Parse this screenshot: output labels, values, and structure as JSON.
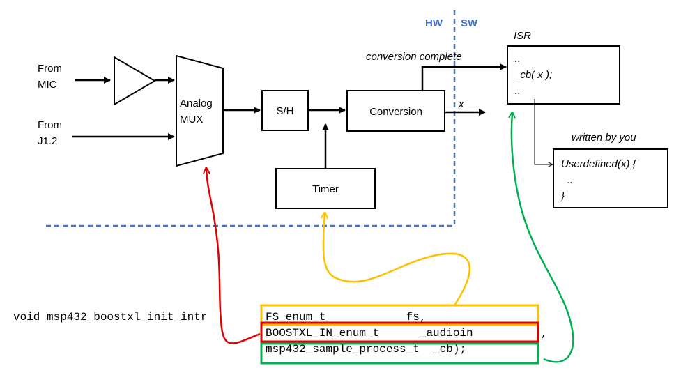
{
  "hw_sw": {
    "hw": "HW",
    "sw": "SW"
  },
  "inputs": {
    "mic_line1": "From",
    "mic_line2": "MIC",
    "j12_line1": "From",
    "j12_line2": "J1.2"
  },
  "mux": {
    "line1": "Analog",
    "line2": "MUX"
  },
  "sh": {
    "label": "S/H"
  },
  "timer": {
    "label": "Timer"
  },
  "conversion": {
    "label": "Conversion",
    "complete_label": "conversion complete",
    "output_label": "x"
  },
  "isr": {
    "title": "ISR",
    "line1": "..",
    "line2": "_cb( x );",
    "line3": ".."
  },
  "userdefined": {
    "caption": "written by you",
    "line1": "Userdefined(x) {",
    "line2": "..",
    "line3": "}"
  },
  "code": {
    "prefix": "void msp432_boostxl_init_intr",
    "param1": "FS_enum_t            fs,",
    "param2_text": "BOOSTXL_IN_enum_t      _audioin",
    "param2_tail": ",",
    "param3": "msp432_sample_process_t  _cb);"
  },
  "colors": {
    "hw_sw_divider": "#4472C4",
    "hw_sw_text": "#4472C4",
    "fs_highlight": "#FFC000",
    "audioin_highlight": "#E00000",
    "cb_highlight": "#00B050",
    "line": "#000000"
  }
}
